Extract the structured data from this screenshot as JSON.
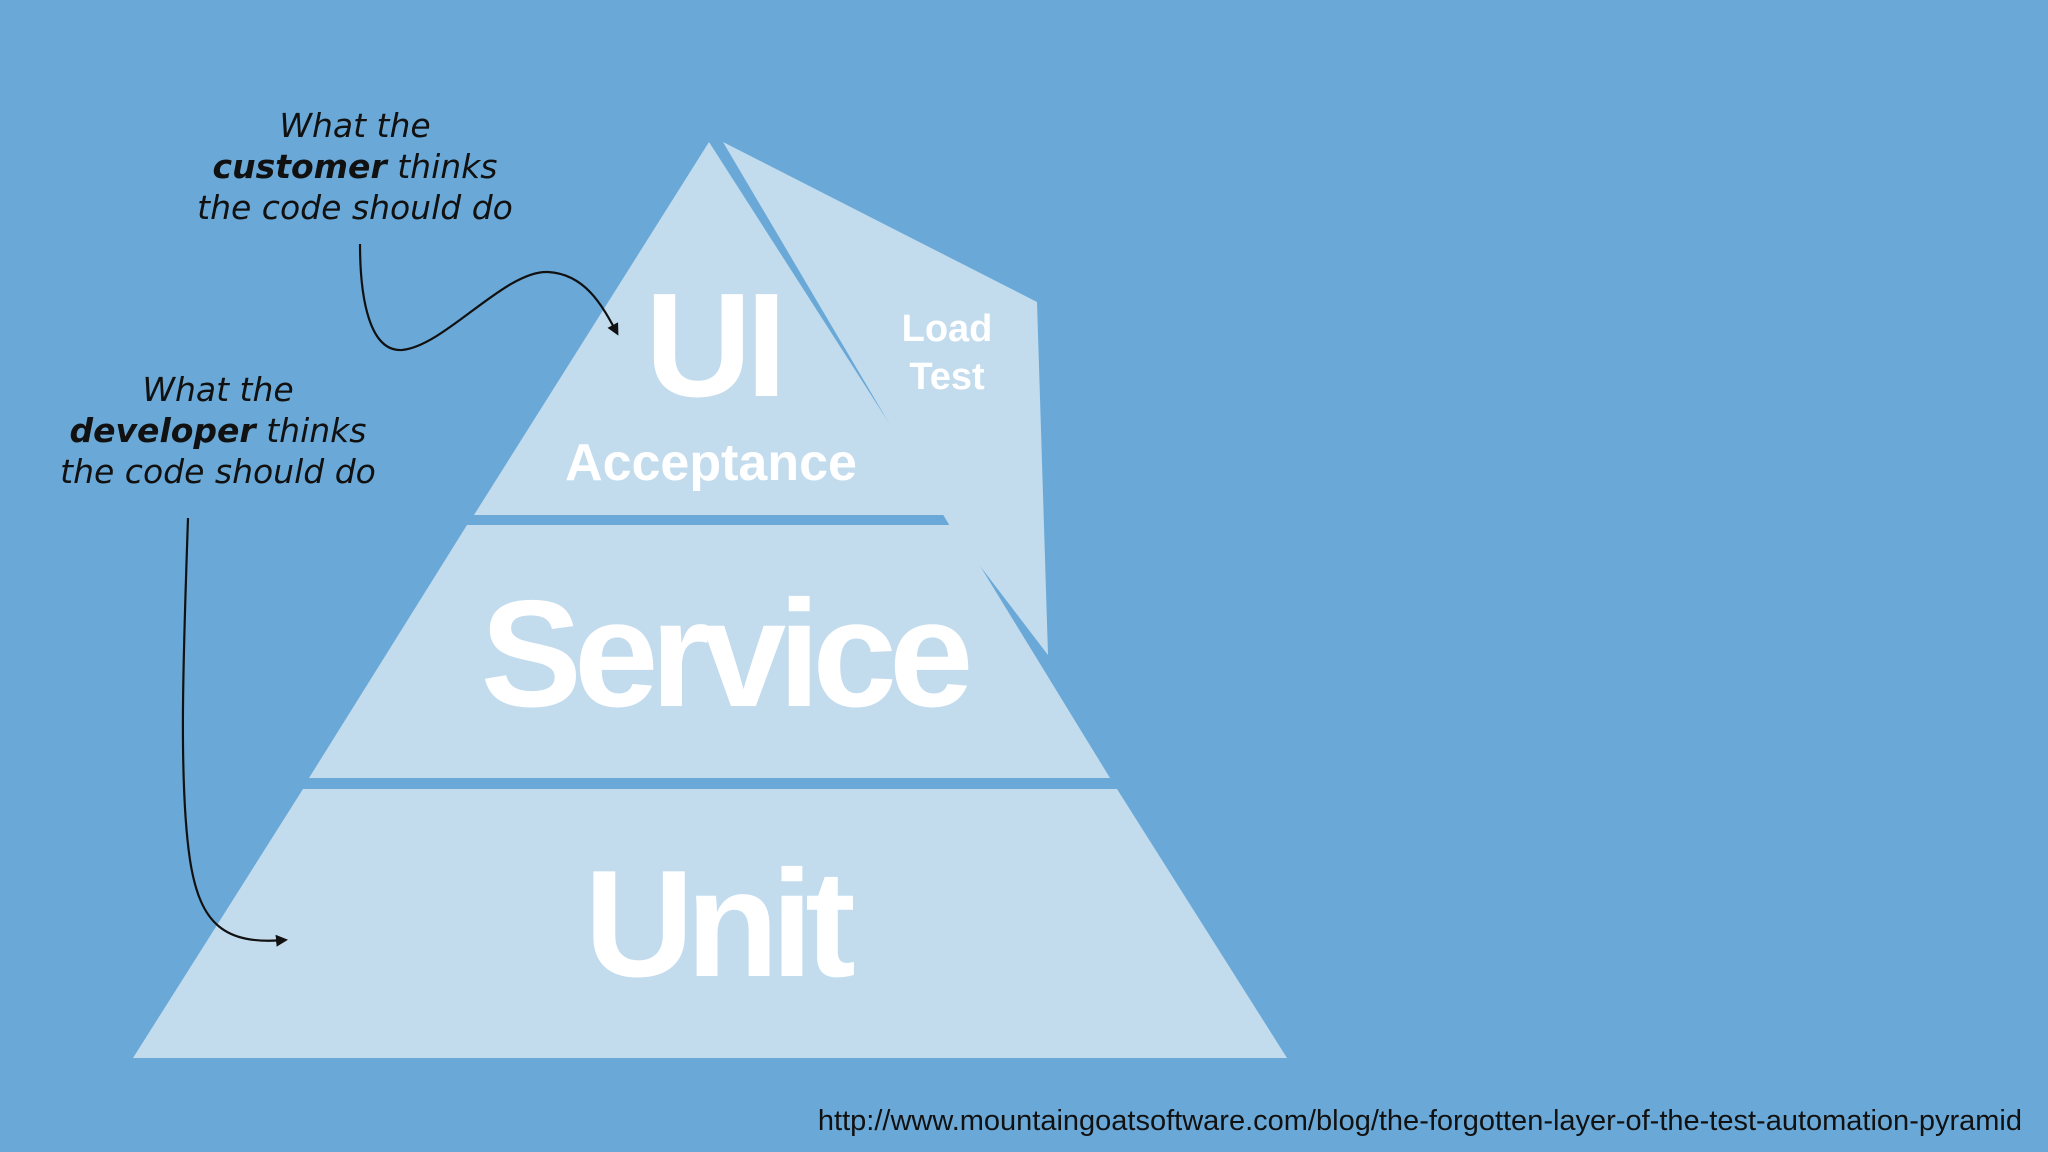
{
  "diagram": {
    "layers": {
      "top": {
        "title": "UI",
        "subtitle": "Acceptance"
      },
      "middle": {
        "title": "Service"
      },
      "bottom": {
        "title": "Unit"
      },
      "side": {
        "line1": "Load",
        "line2": "Test"
      }
    },
    "annotations": {
      "customer": {
        "line1": "What the",
        "line2_bold": "customer",
        "line2_rest": " thinks",
        "line3": "the code should do"
      },
      "developer": {
        "line1": "What the",
        "line2_bold": "developer",
        "line2_rest": " thinks",
        "line3": "the code should do"
      }
    }
  },
  "footer": {
    "url": "http://www.mountaingoatsoftware.com/blog/the-forgotten-layer-of-the-test-automation-pyramid"
  },
  "colors": {
    "background": "#6aa9d7",
    "layer": "#c2dcee",
    "label": "#ffffff",
    "ink": "#111111"
  }
}
